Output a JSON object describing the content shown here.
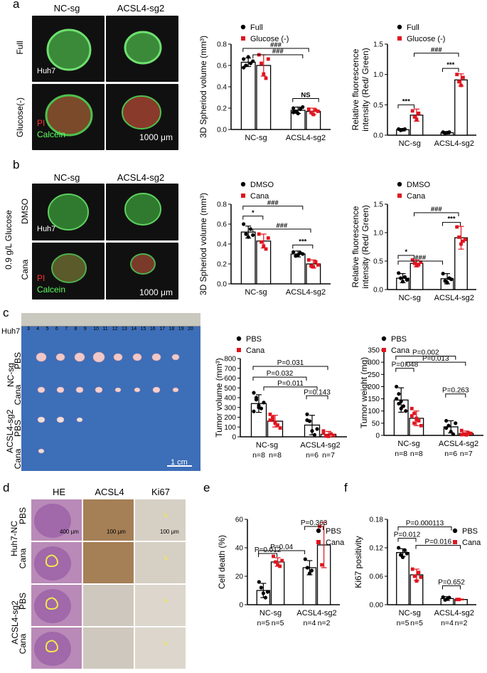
{
  "panels": {
    "a": {
      "label": "a",
      "col_headers": [
        "NC-sg",
        "ACSL4-sg2"
      ],
      "row_labels": [
        "Full",
        "Glucose(-)"
      ],
      "cell_line": "Huh7",
      "stain1": "PI",
      "stain2": "Calcein",
      "scale": "1000 μm"
    },
    "b": {
      "label": "b",
      "col_headers": [
        "NC-sg",
        "ACSL4-sg2"
      ],
      "group_label": "0.9 g/L Glucose",
      "row_labels": [
        "DMSO",
        "Cana"
      ],
      "cell_line": "Huh7",
      "stain1": "PI",
      "stain2": "Calcein",
      "scale": "1000 μm"
    },
    "c": {
      "label": "c",
      "cell_line": "Huh7",
      "ruler_numbers": [
        "3",
        "4",
        "5",
        "6",
        "7",
        "8",
        "9",
        "10",
        "11",
        "12",
        "13",
        "14",
        "15",
        "16",
        "17",
        "18",
        "19",
        "20"
      ],
      "row_groups": [
        "NC-sg",
        "ACSL4-sg2"
      ],
      "row_labels": [
        "PBS",
        "Cana",
        "PBS",
        "Cana"
      ],
      "scale": "1 cm"
    },
    "d": {
      "label": "d",
      "col_headers": [
        "HE",
        "ACSL4",
        "Ki67"
      ],
      "row_groups": [
        "Huh7-NC",
        "ACSL4-sg2"
      ],
      "row_labels": [
        "PBS",
        "Cana",
        "PBS",
        "Cana"
      ],
      "scales": [
        "400 μm",
        "100 μm",
        "100 μm"
      ]
    },
    "e": {
      "label": "e"
    },
    "f": {
      "label": "f"
    }
  },
  "chart_data": [
    {
      "id": "a-volume",
      "type": "bar",
      "categories": [
        "NC-sg",
        "ACSL4-sg2"
      ],
      "series": [
        {
          "name": "Full",
          "values": [
            0.63,
            0.18
          ],
          "err": [
            0.04,
            0.03
          ],
          "points": [
            [
              0.66,
              0.6,
              0.68,
              0.62,
              0.64,
              0.58
            ],
            [
              0.2,
              0.17,
              0.15,
              0.19,
              0.21,
              0.16
            ]
          ]
        },
        {
          "name": "Glucose (-)",
          "values": [
            0.6,
            0.17
          ],
          "err": [
            0.1,
            0.03
          ],
          "points": [
            [
              0.7,
              0.62,
              0.52,
              0.48,
              0.66
            ],
            [
              0.19,
              0.16,
              0.14,
              0.18,
              0.17
            ]
          ]
        }
      ],
      "ylabel": "3D Spheriod volume (mm³)",
      "ylim": [
        0,
        0.8
      ],
      "yticks": [
        "0.0",
        "0.2",
        "0.4",
        "0.6",
        "0.8"
      ],
      "colors": [
        "#000000",
        "#e0141e"
      ],
      "legend": "top",
      "annotations": [
        "###",
        "###",
        "NS"
      ]
    },
    {
      "id": "a-fluor",
      "type": "bar",
      "categories": [
        "NC-sg",
        "ACSL4-sg2"
      ],
      "series": [
        {
          "name": "Full",
          "values": [
            0.09,
            0.04
          ],
          "err": [
            0.02,
            0.02
          ],
          "points": [
            [
              0.1,
              0.08,
              0.09,
              0.1
            ],
            [
              0.05,
              0.03,
              0.04,
              0.05
            ]
          ]
        },
        {
          "name": "Glucose (-)",
          "values": [
            0.33,
            0.91
          ],
          "err": [
            0.1,
            0.1
          ],
          "points": [
            [
              0.4,
              0.3,
              0.26,
              0.36
            ],
            [
              1.0,
              0.88,
              0.82,
              0.95
            ]
          ]
        }
      ],
      "ylabel": "Relative fluorescence intensity (Red/ Green)",
      "ylim": [
        0,
        1.5
      ],
      "yticks": [
        "0.0",
        "0.5",
        "1.0",
        "1.5"
      ],
      "colors": [
        "#000000",
        "#e0141e"
      ],
      "legend": "top",
      "annotations": [
        "***",
        "***",
        "###"
      ]
    },
    {
      "id": "b-volume",
      "type": "bar",
      "categories": [
        "NC-sg",
        "ACSL4-sg2"
      ],
      "series": [
        {
          "name": "DMSO",
          "values": [
            0.52,
            0.3
          ],
          "err": [
            0.06,
            0.03
          ],
          "points": [
            [
              0.6,
              0.5,
              0.47,
              0.55,
              0.49
            ],
            [
              0.32,
              0.28,
              0.29,
              0.31,
              0.3
            ]
          ]
        },
        {
          "name": "Cana",
          "values": [
            0.43,
            0.2
          ],
          "err": [
            0.07,
            0.04
          ],
          "points": [
            [
              0.5,
              0.42,
              0.38,
              0.35,
              0.46
            ],
            [
              0.24,
              0.18,
              0.17,
              0.22,
              0.19
            ]
          ]
        }
      ],
      "ylabel": "3D Spheriod volume (mm³)",
      "ylim": [
        0,
        0.8
      ],
      "yticks": [
        "0.0",
        "0.2",
        "0.4",
        "0.6",
        "0.8"
      ],
      "colors": [
        "#000000",
        "#e0141e"
      ],
      "legend": "top",
      "annotations": [
        "*",
        "###",
        "###",
        "***"
      ]
    },
    {
      "id": "b-fluor",
      "type": "bar",
      "categories": [
        "NC-sg",
        "ACSL4-sg2"
      ],
      "series": [
        {
          "name": "DMSO",
          "values": [
            0.2,
            0.19
          ],
          "err": [
            0.08,
            0.09
          ],
          "points": [
            [
              0.29,
              0.2,
              0.14,
              0.22,
              0.17
            ],
            [
              0.28,
              0.15,
              0.12,
              0.2,
              0.18
            ]
          ]
        },
        {
          "name": "Cana",
          "values": [
            0.46,
            0.91
          ],
          "err": [
            0.06,
            0.2
          ],
          "points": [
            [
              0.52,
              0.46,
              0.42,
              0.44,
              0.48
            ],
            [
              1.1,
              0.92,
              0.8,
              0.85,
              0.88
            ]
          ]
        }
      ],
      "ylabel": "Relative fluorescence intensity (Red/ Green)",
      "ylim": [
        0,
        1.5
      ],
      "yticks": [
        "0.0",
        "0.5",
        "1.0",
        "1.5"
      ],
      "colors": [
        "#000000",
        "#e0141e"
      ],
      "legend": "top",
      "annotations": [
        "*",
        "***",
        "###",
        "###"
      ]
    },
    {
      "id": "c-volume",
      "type": "bar",
      "categories": [
        "NC-sg",
        "ACSL4-sg2"
      ],
      "n_labels": [
        "n=8",
        "n=8",
        "n=6",
        "n=7"
      ],
      "series": [
        {
          "name": "PBS",
          "values": [
            340,
            120
          ],
          "err": [
            90,
            100
          ],
          "points": [
            [
              450,
              380,
              320,
              290,
              350,
              260,
              400,
              300
            ],
            [
              230,
              160,
              60,
              20,
              80,
              170
            ]
          ]
        },
        {
          "name": "Cana",
          "values": [
            160,
            25
          ],
          "err": [
            60,
            30
          ],
          "points": [
            [
              230,
              180,
              150,
              120,
              90,
              170,
              200,
              140
            ],
            [
              60,
              10,
              5,
              30,
              15,
              40,
              8
            ]
          ]
        }
      ],
      "ylabel": "Tumor volume (mm³)",
      "ylim": [
        0,
        800
      ],
      "yticks": [
        "0",
        "100",
        "200",
        "300",
        "400",
        "500",
        "600",
        "700",
        "800"
      ],
      "colors": [
        "#000000",
        "#e0141e"
      ],
      "legend": "top-left",
      "annotations": [
        "P=0.032",
        "P=0.011",
        "P=0.031",
        "P=0.143"
      ]
    },
    {
      "id": "c-weight",
      "type": "bar",
      "categories": [
        "NC-sg",
        "ACSL4-sg2"
      ],
      "n_labels": [
        "n=8",
        "n=8",
        "n=6",
        "n=7"
      ],
      "series": [
        {
          "name": "PBS",
          "values": [
            145,
            35
          ],
          "err": [
            50,
            25
          ],
          "points": [
            [
              200,
              170,
              140,
              120,
              100,
              150,
              130,
              110
            ],
            [
              60,
              40,
              15,
              5,
              50,
              30
            ]
          ]
        },
        {
          "name": "Cana",
          "values": [
            70,
            8
          ],
          "err": [
            30,
            10
          ],
          "points": [
            [
              110,
              90,
              70,
              60,
              40,
              80,
              50,
              65
            ],
            [
              20,
              5,
              2,
              10,
              8,
              3,
              6
            ]
          ]
        }
      ],
      "ylabel": "Tumor weight (mg)",
      "ylim": [
        0,
        350
      ],
      "yticks": [
        "0",
        "50",
        "100",
        "150",
        "200",
        "250",
        "300",
        "350"
      ],
      "colors": [
        "#000000",
        "#e0141e"
      ],
      "legend": "top",
      "annotations": [
        "P=0.002",
        "P=0.048",
        "P=0.013",
        "P=0.263"
      ]
    },
    {
      "id": "e-death",
      "type": "bar",
      "categories": [
        "NC-sg",
        "ACSL4-sg2"
      ],
      "n_labels": [
        "n=5",
        "n=5",
        "n=4",
        "n=2"
      ],
      "series": [
        {
          "name": "PBS",
          "values": [
            10,
            26
          ],
          "err": [
            5,
            5
          ],
          "points": [
            [
              16,
              12,
              8,
              5,
              9
            ],
            [
              32,
              26,
              22,
              24
            ]
          ]
        },
        {
          "name": "Cana",
          "values": [
            30,
            42
          ],
          "err": [
            3,
            16
          ],
          "points": [
            [
              34,
              30,
              28,
              27,
              31
            ],
            [
              55,
              28
            ]
          ]
        }
      ],
      "ylabel": "Cell death (%)",
      "ylim": [
        0,
        60
      ],
      "yticks": [
        "0",
        "20",
        "40",
        "60"
      ],
      "colors": [
        "#000000",
        "#e0141e"
      ],
      "legend": "right",
      "annotations": [
        "P=0.04",
        "P=0.012",
        "P=0.363"
      ]
    },
    {
      "id": "f-ki67",
      "type": "bar",
      "categories": [
        "NC-sg",
        "ACSL4-sg2"
      ],
      "n_labels": [
        "n=5",
        "n=5",
        "n=4",
        "n=2"
      ],
      "series": [
        {
          "name": "PBS",
          "values": [
            0.11,
            0.013
          ],
          "err": [
            0.008,
            0.004
          ],
          "points": [
            [
              0.12,
              0.105,
              0.1,
              0.115,
              0.108
            ],
            [
              0.016,
              0.01,
              0.012,
              0.015
            ]
          ]
        },
        {
          "name": "Cana",
          "values": [
            0.063,
            0.011
          ],
          "err": [
            0.012,
            0.001
          ],
          "points": [
            [
              0.075,
              0.06,
              0.05,
              0.068,
              0.058
            ],
            [
              0.011,
              0.011
            ]
          ]
        }
      ],
      "ylabel": "Ki67 positivity",
      "ylim": [
        0,
        0.18
      ],
      "yticks": [
        "0.00",
        "0.06",
        "0.12",
        "0.18"
      ],
      "colors": [
        "#000000",
        "#e0141e"
      ],
      "legend": "right",
      "annotations": [
        "P=0.000113",
        "P=0.012",
        "P=0.016",
        "P=0.652"
      ]
    }
  ]
}
